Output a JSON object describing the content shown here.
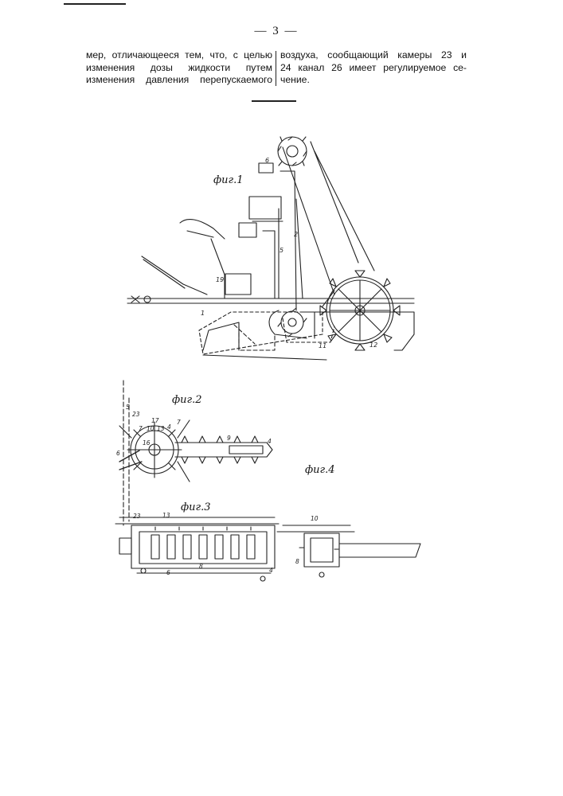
{
  "header": {
    "page_number": "— 3 —"
  },
  "text": {
    "left_column": [
      "мер, отличающееся тем, что, с целью",
      "изменения дозы жидкости путем",
      "изменения давления перепускаемого"
    ],
    "right_column": [
      "воздуха, сообщающий камеры 23 и",
      "24 канал 26 имеет регулируемое се-",
      "чение."
    ]
  },
  "figures": {
    "fig1_label": "фиг.1",
    "fig2_label": "фиг.2",
    "fig3_label": "фиг.3",
    "fig4_label": "фиг.4",
    "fig1_callouts": [
      "6",
      "2",
      "5",
      "19",
      "1",
      "11",
      "12"
    ],
    "fig2_callouts": [
      "5",
      "23",
      "7",
      "10",
      "17",
      "13",
      "4",
      "7",
      "9",
      "4",
      "16",
      "6"
    ],
    "fig3_callouts": [
      "23",
      "13",
      "6",
      "8",
      "4"
    ],
    "fig4_callouts": [
      "10",
      "8"
    ]
  }
}
